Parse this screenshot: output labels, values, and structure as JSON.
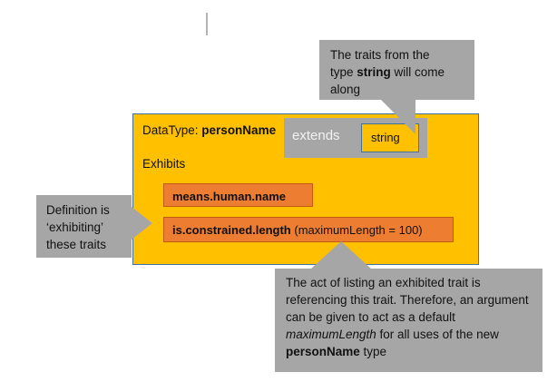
{
  "diagram": {
    "title": "DataType personName exhibiting traits",
    "colors": {
      "card_fill": "#ffc000",
      "card_border": "#41719c",
      "trait_fill": "#ed7d31",
      "trait_border": "#c55a11",
      "callout_fill": "#a6a6a6",
      "extends_fill": "#a6a6a6",
      "extends_text": "#f2f2f2",
      "body_text": "#111111",
      "stray_rule": "#b3b3b8"
    }
  },
  "card": {
    "title_prefix": "DataType: ",
    "title_name": "personName",
    "section_label": "Exhibits",
    "extends_label": "extends",
    "extends_type": "string"
  },
  "traits": [
    {
      "name": "means.human.name",
      "argument": ""
    },
    {
      "name": "is.constrained.length",
      "argument": " (maximumLength = 100)"
    }
  ],
  "callouts": {
    "top": {
      "line1": "The traits from the",
      "line2_pre": "type ",
      "line2_bold": "string",
      "line2_post": " will come",
      "line3": "along"
    },
    "left": {
      "line1": "Definition is",
      "line2": "‘exhibiting’",
      "line3": "these traits"
    },
    "bottom": {
      "part1": "The act of listing an exhibited trait is referencing this trait. Therefore, an argument can be given to act as a default ",
      "italic": "maximumLength",
      "part2": " for all uses of the new ",
      "bold": "personName",
      "part3": " type"
    }
  }
}
